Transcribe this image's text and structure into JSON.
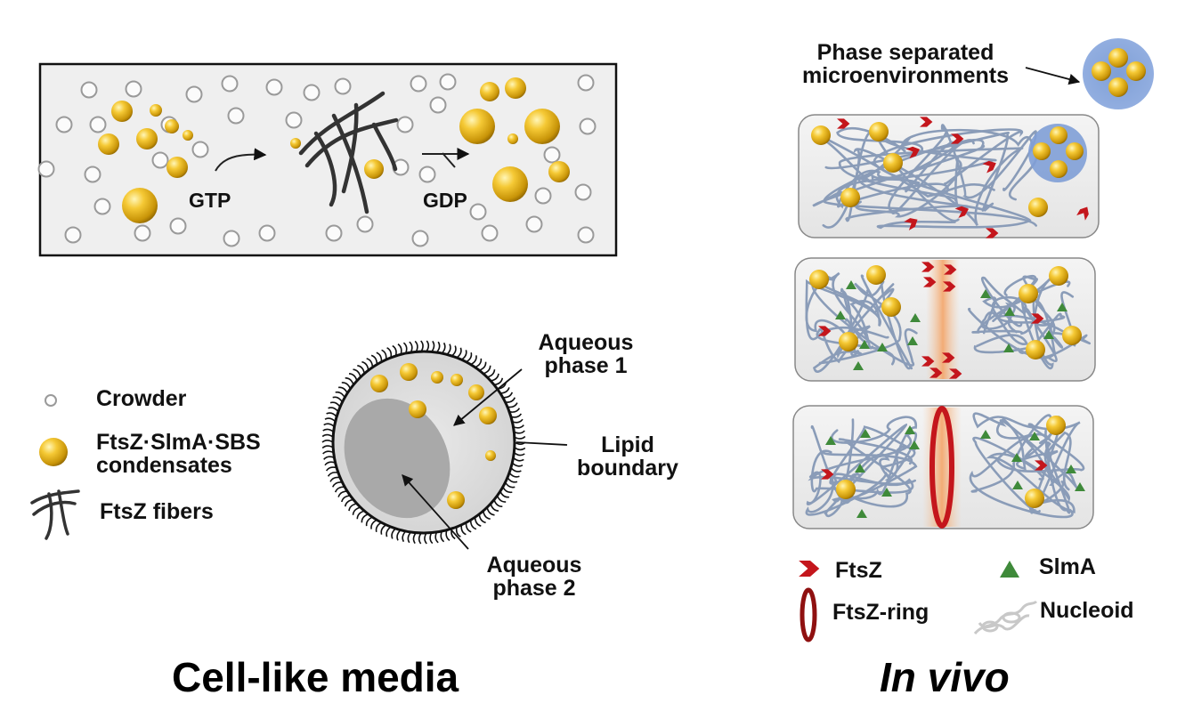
{
  "left_panel": {
    "title": "Cell-like media",
    "reaction": {
      "substrate_label": "GTP",
      "product_label": "GDP"
    },
    "legend": {
      "crowder": "Crowder",
      "condensates": [
        "FtsZ·SlmA·SBS",
        "condensates"
      ],
      "fibers": "FtsZ fibers"
    },
    "vesicle": {
      "aqueous_phase_1": [
        "Aqueous",
        "phase 1"
      ],
      "lipid_boundary": [
        "Lipid",
        "boundary"
      ],
      "aqueous_phase_2": [
        "Aqueous",
        "phase 2"
      ]
    }
  },
  "right_panel": {
    "title": "In vivo",
    "phase_label": [
      "Phase separated",
      "microenvironments"
    ],
    "legend": {
      "ftsz": "FtsZ",
      "slma": "SlmA",
      "ftsz_ring": "FtsZ-ring",
      "nucleoid": "Nucleoid"
    }
  },
  "colors": {
    "condensate_gold": "#d9a514",
    "crowder_edge": "#9a9a9a",
    "fiber": "#333333",
    "ftsz_red": "#c4161c",
    "slma_green": "#3f8a3a",
    "nucleoid_blue": "#8a9cb8",
    "cell_fill": "#eeeeee",
    "phase_blue": "#7f9fd6"
  }
}
